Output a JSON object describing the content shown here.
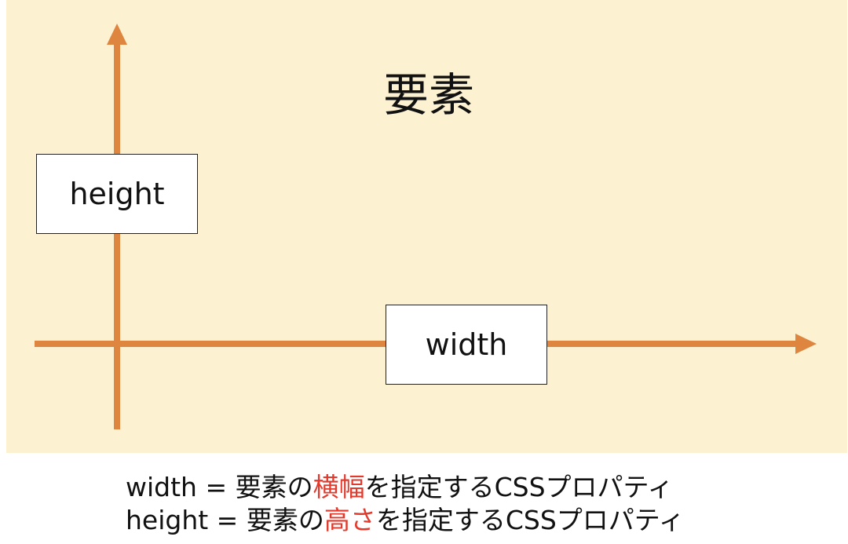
{
  "diagram": {
    "title": "要素",
    "height_label": "height",
    "width_label": "width",
    "colors": {
      "background": "#fcf1d0",
      "axis": "#de8540",
      "highlight": "#e23a2c"
    }
  },
  "captions": {
    "width_line": {
      "prefix": "width = 要素の",
      "highlight": "横幅",
      "suffix": "を指定するCSSプロパティ"
    },
    "height_line": {
      "prefix": "height = 要素の",
      "highlight": "高さ",
      "suffix": "を指定するCSSプロパティ"
    }
  }
}
